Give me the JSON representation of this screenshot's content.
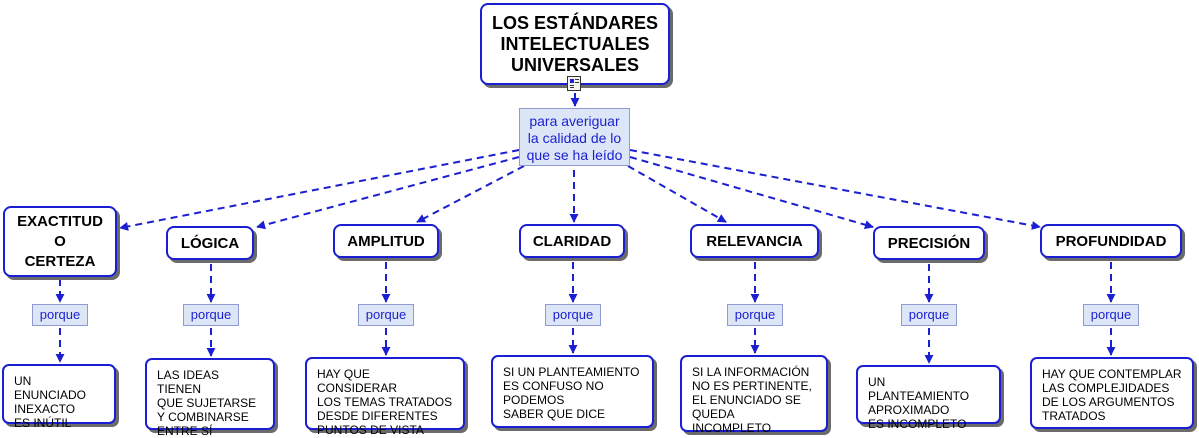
{
  "title": "LOS ESTÁNDARES\nINTELECTUALES\nUNIVERSALES",
  "title_icon": "document-icon",
  "connector": "para averiguar\nla calidad de lo\nque se ha leído",
  "colors": {
    "border": "#1a1fd1",
    "arrow": "#1a1fd1",
    "link_fill": "#dde6f6",
    "shadow": "#6b6b6b"
  },
  "standards": [
    {
      "label": "EXACTITUD\nO\nCERTEZA",
      "link": "porque",
      "desc": "UN ENUNCIADO\nINEXACTO\nES INÚTIL"
    },
    {
      "label": "LÓGICA",
      "link": "porque",
      "desc": "LAS IDEAS TIENEN\nQUE SUJETARSE\nY COMBINARSE\nENTRE SÍ"
    },
    {
      "label": "AMPLITUD",
      "link": "porque",
      "desc": "HAY QUE CONSIDERAR\nLOS TEMAS TRATADOS\nDESDE DIFERENTES\nPUNTOS DE VISTA"
    },
    {
      "label": "CLARIDAD",
      "link": "porque",
      "desc": "SI UN PLANTEAMIENTO\nES CONFUSO NO\nPODEMOS\nSABER QUE DICE"
    },
    {
      "label": "RELEVANCIA",
      "link": "porque",
      "desc": "SI LA INFORMACIÓN\nNO ES PERTINENTE,\nEL ENUNCIADO SE\nQUEDA INCOMPLETO"
    },
    {
      "label": "PRECISIÓN",
      "link": "porque",
      "desc": "UN PLANTEAMIENTO\nAPROXIMADO\nES INCOMPLETO"
    },
    {
      "label": "PROFUNDIDAD",
      "link": "porque",
      "desc": "HAY QUE CONTEMPLAR\nLAS COMPLEJIDADES\nDE LOS ARGUMENTOS\nTRATADOS"
    }
  ]
}
